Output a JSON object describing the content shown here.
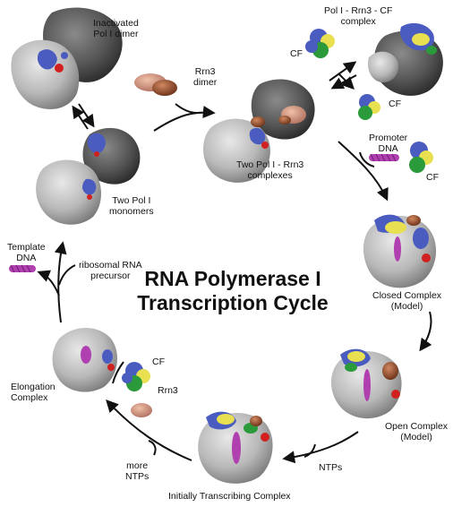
{
  "title": {
    "line1": "RNA Polymerase I",
    "line2": "Transcription Cycle"
  },
  "labels": {
    "inactivated_dimer": [
      "Inactivated",
      "Pol I dimer"
    ],
    "rrn3_dimer": [
      "Rrn3",
      "dimer"
    ],
    "pol_rrn3_cf": [
      "Pol I - Rrn3 - CF",
      "complex"
    ],
    "cf_top_left": "CF",
    "cf_top_right": "CF",
    "two_pol_rrn3": [
      "Two Pol I - Rrn3",
      "complexes"
    ],
    "promoter_dna": [
      "Promoter",
      "DNA"
    ],
    "cf_mid": "CF",
    "two_monomers": [
      "Two Pol I",
      "monomers"
    ],
    "template_dna": [
      "Template",
      "DNA"
    ],
    "rrna_precursor": [
      "ribosomal RNA",
      "precursor"
    ],
    "closed_complex": [
      "Closed Complex",
      "(Model)"
    ],
    "elongation": [
      "Elongation",
      "Complex"
    ],
    "cf_bottom": "CF",
    "rrn3_bottom": "Rrn3",
    "open_complex": [
      "Open Complex",
      "(Model)"
    ],
    "ntps": "NTPs",
    "more_ntps": [
      "more",
      "NTPs"
    ],
    "initially_transcribing": "Initially Transcribing Complex"
  },
  "colors": {
    "pol_dark": "#555555",
    "pol_light": "#b8b8b8",
    "subunit_blue": "#4a5cc0",
    "subunit_red": "#d02020",
    "rrn3_brown": "#8a4a2a",
    "rrn3_salmon": "#d89a80",
    "cf_yellow": "#e8e050",
    "cf_green": "#2a9a3a",
    "dna_magenta": "#b040b0"
  }
}
